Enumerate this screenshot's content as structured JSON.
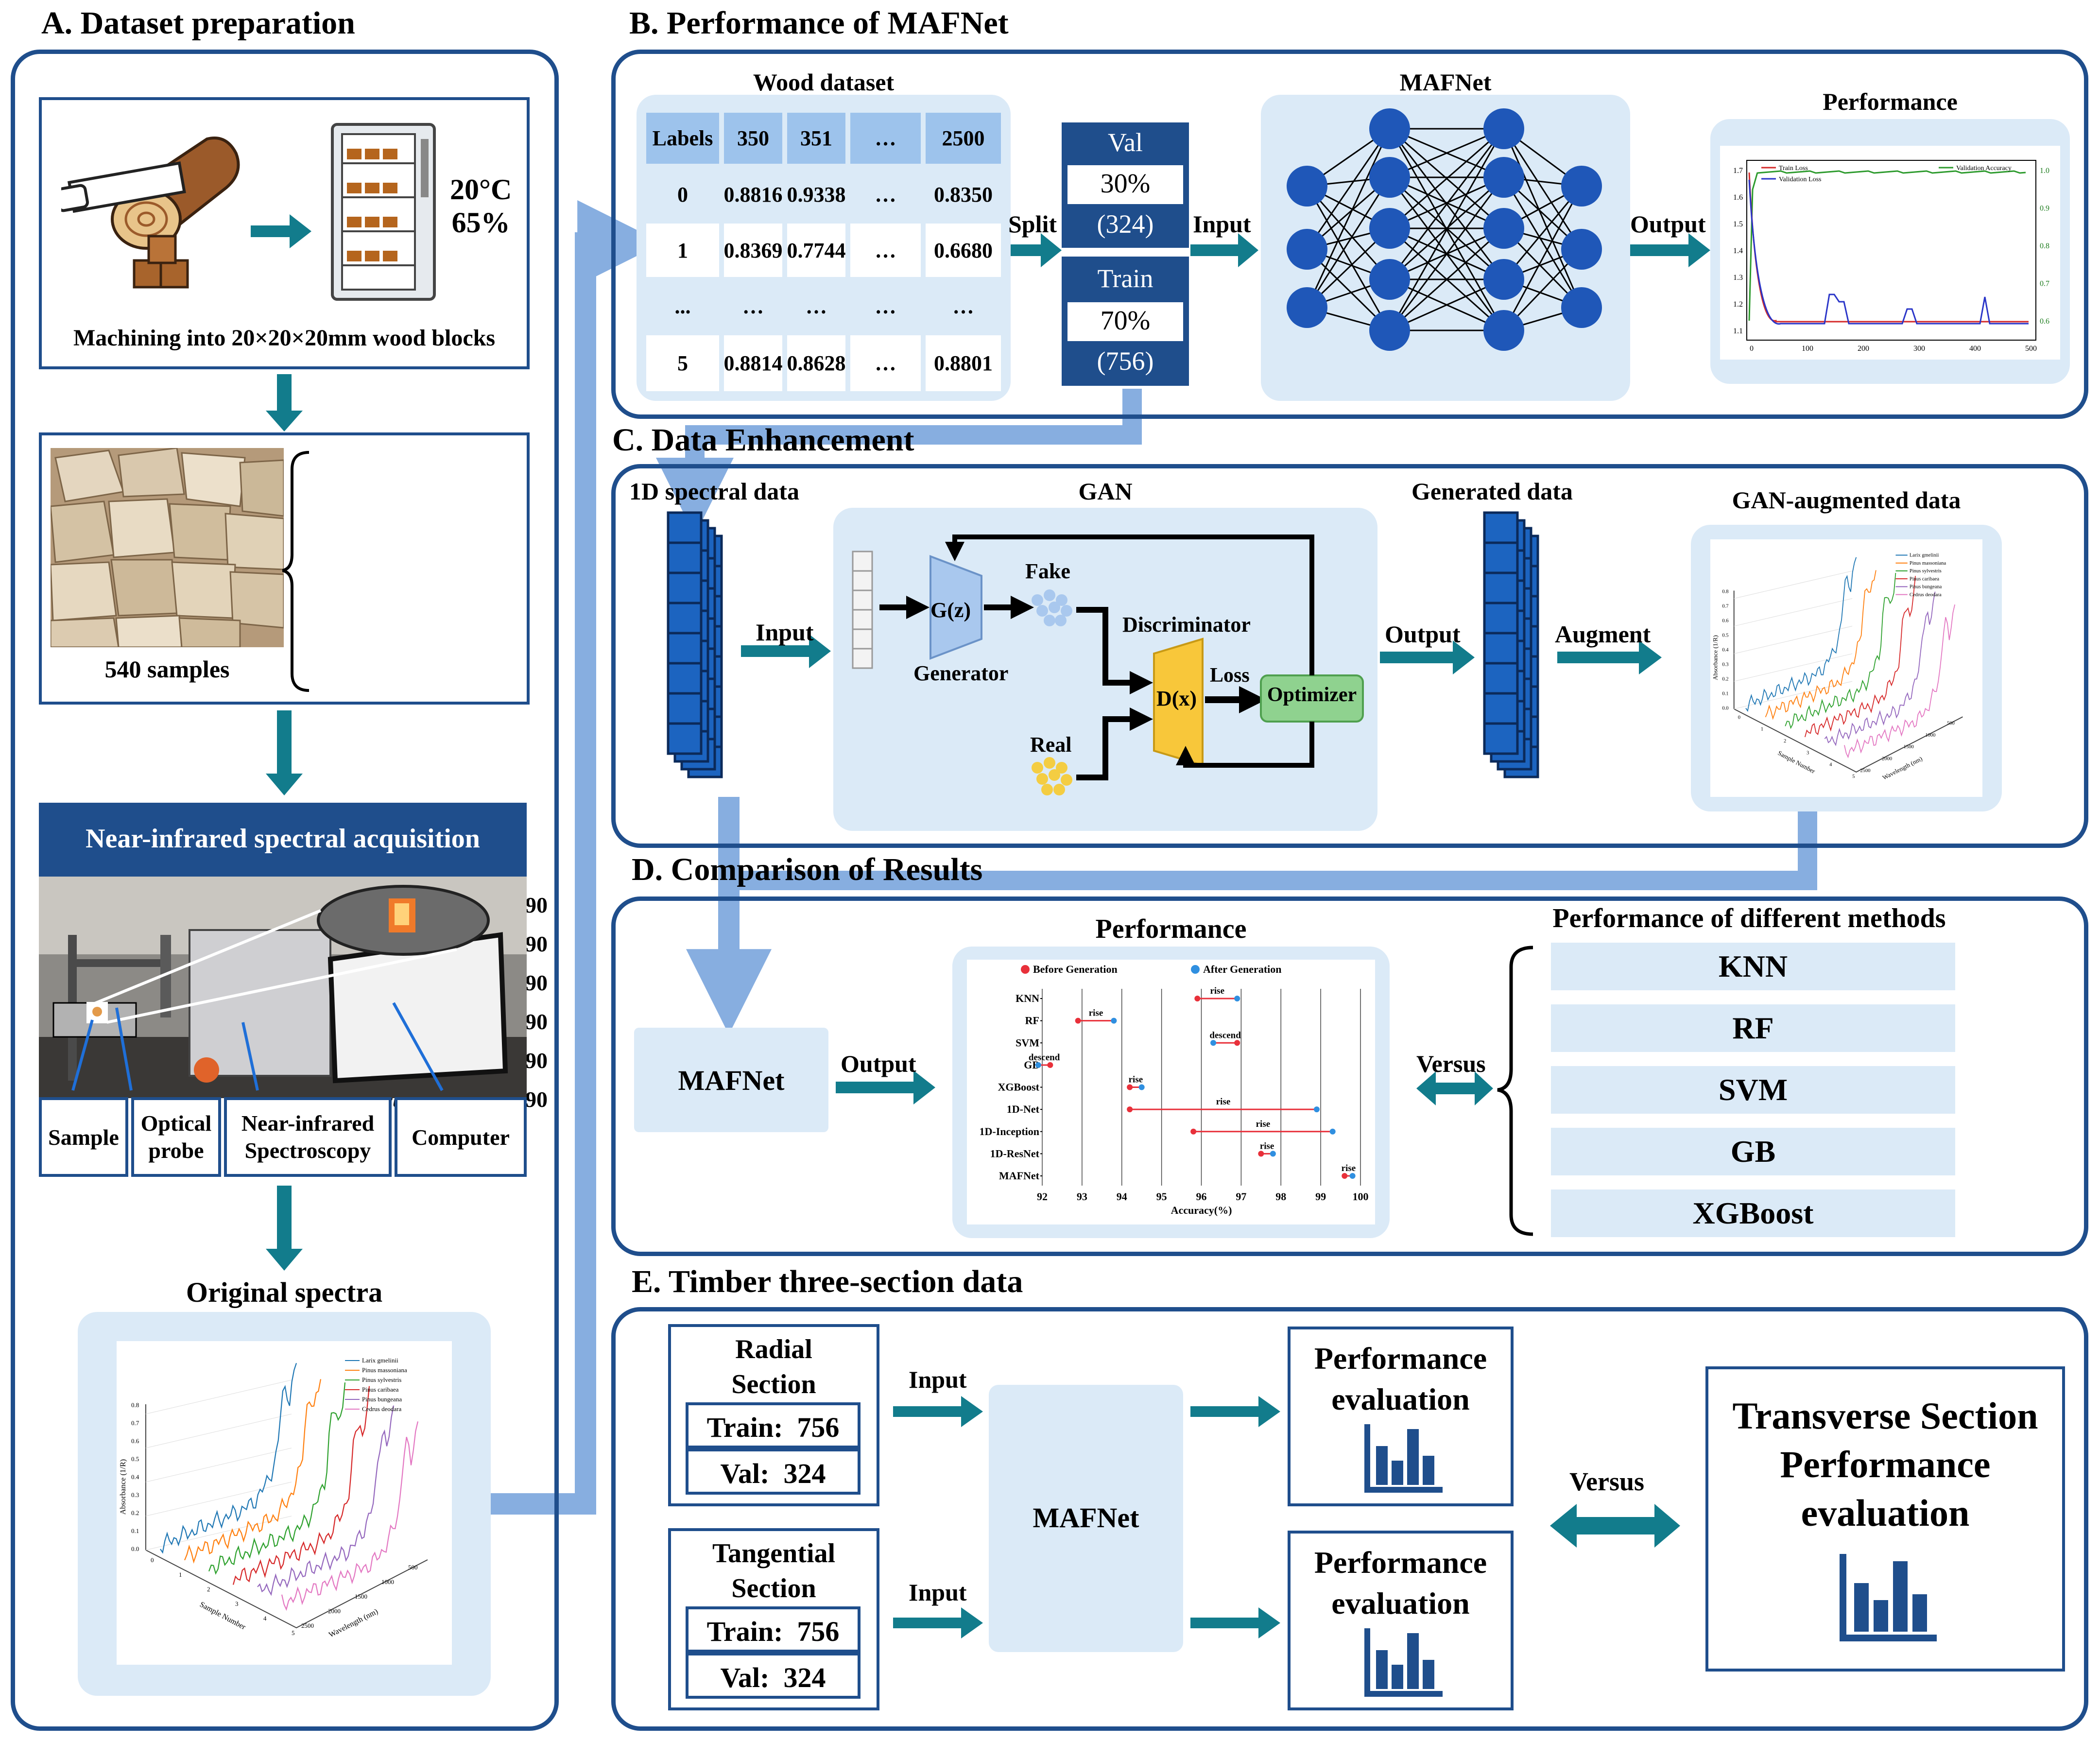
{
  "sectionA": {
    "title": "A. Dataset preparation",
    "climate_temp": "20°C",
    "climate_humidity": "65%",
    "machining": "Machining into 20×20×20mm wood blocks",
    "samples_label": "540 samples",
    "species": [
      {
        "name": "Larix gmelinii",
        "count": "90"
      },
      {
        "name": "Pinus massoniana",
        "count": "90"
      },
      {
        "name": "Pinus sylvestris",
        "count": "90"
      },
      {
        "name": "Pinus caribaea",
        "count": "90"
      },
      {
        "name": "Pinus bungeana",
        "count": "90"
      },
      {
        "name": "Cedrus deodara",
        "count": "90"
      }
    ],
    "nir_banner": "Near-infrared spectral acquisition",
    "equipment": [
      "Sample",
      "Optical probe",
      "Near-infrared Spectroscopy",
      "Computer"
    ],
    "original_spectra": "Original spectra",
    "spectra_legend": [
      "Larix gmelinii",
      "Pinus massoniana",
      "Pinus sylvestris",
      "Pinus caribaea",
      "Pinus bungeana",
      "Cedrus deodara"
    ],
    "spectra_axes": {
      "z": "Absorbance (1/R)",
      "x": "Sample Number",
      "y": "Wavelength (nm)",
      "zticks": [
        "0.0",
        "0.1",
        "0.2",
        "0.3",
        "0.4",
        "0.5",
        "0.6",
        "0.7",
        "0.8"
      ],
      "xticks": [
        "0",
        "1",
        "2",
        "3",
        "4",
        "5"
      ],
      "yticks": [
        "500",
        "1000",
        "1500",
        "2000",
        "2500"
      ]
    }
  },
  "sectionB": {
    "title": "B. Performance of  MAFNet",
    "dataset_title": "Wood dataset",
    "table_header": [
      "Labels",
      "350",
      "351",
      "…",
      "2500"
    ],
    "table_rows": [
      [
        "0",
        "0.8816",
        "0.9338",
        "…",
        "0.8350"
      ],
      [
        "1",
        "0.8369",
        "0.7744",
        "…",
        "0.6680"
      ],
      [
        "...",
        "…",
        "…",
        "…",
        "…"
      ],
      [
        "5",
        "0.8814",
        "0.8628",
        "…",
        "0.8801"
      ]
    ],
    "split_label": "Split",
    "val_label": "Val",
    "val_pct": "30%",
    "val_n": "(324)",
    "train_label": "Train",
    "train_pct": "70%",
    "train_n": "(756)",
    "input_label": "Input",
    "net_title": "MAFNet",
    "output_label": "Output",
    "perf_title": "Performance",
    "perf_legend": [
      "Train Loss",
      "Validation Loss",
      "Validation Accuracy"
    ],
    "perf_yleft": [
      "1.7",
      "1.6",
      "1.5",
      "1.4",
      "1.3",
      "1.2",
      "1.1"
    ],
    "perf_yright": [
      "1.0",
      "0.9",
      "0.8",
      "0.7",
      "0.6"
    ],
    "perf_x": [
      "0",
      "100",
      "200",
      "300",
      "400",
      "500"
    ]
  },
  "sectionC": {
    "title": "C. Data Enhancement",
    "spectral_title": "1D spectral data",
    "input_label": "Input",
    "gan_title": "GAN",
    "gz": "G(z)",
    "generator": "Generator",
    "fake": "Fake",
    "discriminator": "Discriminator",
    "dx": "D(x)",
    "loss": "Loss",
    "optimizer": "Optimizer",
    "real": "Real",
    "generated_title": "Generated data",
    "output_label": "Output",
    "augment_label": "Augment",
    "augmented_title": "GAN-augmented data"
  },
  "sectionD": {
    "title": "D. Comparison of Results",
    "mafnet": "MAFNet",
    "output_label": "Output",
    "perf_title": "Performance",
    "versus": "Versus",
    "methods_title": "Performance of different methods",
    "methods": [
      "KNN",
      "RF",
      "SVM",
      "GB",
      "XGBoost"
    ],
    "colors": {
      "before": "#e8303a",
      "after": "#2f8fe0"
    },
    "chart_data": {
      "type": "dumbbell",
      "legend": [
        "Before Generation",
        "After Generation"
      ],
      "xlabel": "Accuracy(%)",
      "xlim": [
        92,
        100
      ],
      "xticks": [
        "92",
        "93",
        "94",
        "95",
        "96",
        "97",
        "98",
        "99",
        "100"
      ],
      "categories": [
        "KNN",
        "RF",
        "SVM",
        "GB",
        "XGBoost",
        "1D-Net",
        "1D-Inception",
        "1D-ResNet",
        "MAFNet"
      ],
      "series": [
        {
          "name": "Before Generation",
          "values": [
            95.9,
            92.9,
            96.9,
            92.2,
            94.2,
            94.2,
            95.8,
            97.5,
            99.6
          ]
        },
        {
          "name": "After Generation",
          "values": [
            96.9,
            93.8,
            96.3,
            91.9,
            94.5,
            98.9,
            99.3,
            97.8,
            99.8
          ]
        }
      ],
      "annotations": [
        "rise",
        "rise",
        "descend",
        "descend",
        "rise",
        "rise",
        "rise",
        "rise",
        "rise"
      ]
    }
  },
  "sectionE": {
    "title": "E. Timber three-section data",
    "radial": [
      "Radial",
      "Section"
    ],
    "tangential": [
      "Tangential",
      "Section"
    ],
    "train_label": "Train",
    "train_n": "756",
    "val_label": "Val",
    "val_n": "324",
    "input_label": "Input",
    "mafnet": "MAFNet",
    "perf_eval": [
      "Performance",
      "evaluation"
    ],
    "versus": "Versus",
    "transverse": [
      "Transverse Section",
      "Performance",
      "evaluation"
    ]
  }
}
